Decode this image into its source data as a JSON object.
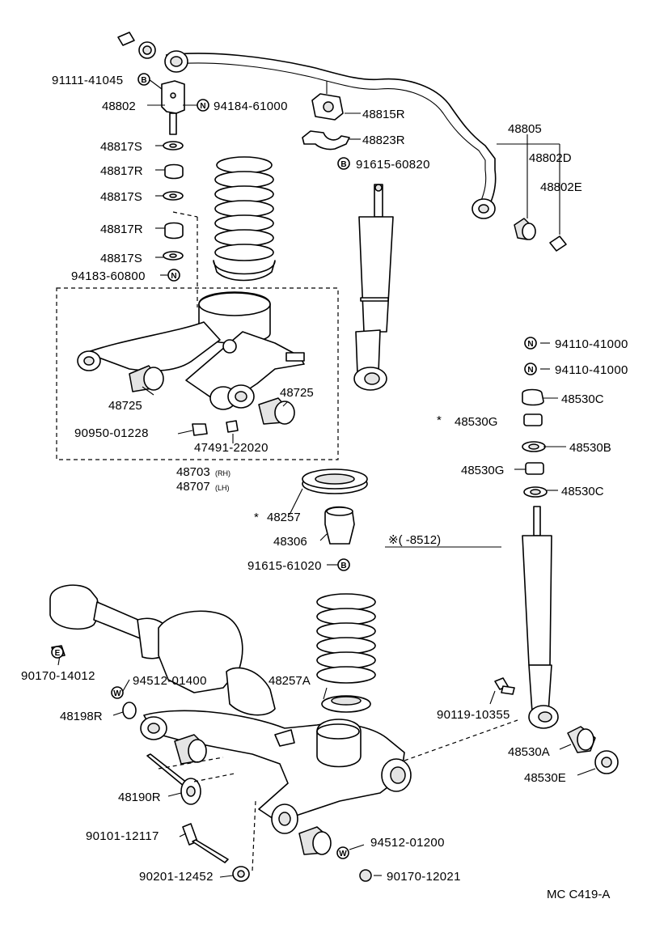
{
  "labels": {
    "l_91111_41045": "91111-41045",
    "l_48802": "48802",
    "l_94184_61000": "94184-61000",
    "l_48815R": "48815R",
    "l_48823R": "48823R",
    "l_91615_60820": "91615-60820",
    "l_48805": "48805",
    "l_48802D": "48802D",
    "l_48802E": "48802E",
    "l_48817S_1": "48817S",
    "l_48817R_1": "48817R",
    "l_48817S_2": "48817S",
    "l_48817R_2": "48817R",
    "l_48817S_3": "48817S",
    "l_94183_60800": "94183-60800",
    "l_48725_a": "48725",
    "l_48725_b": "48725",
    "l_90950_01228": "90950-01228",
    "l_47491_22020": "47491-22020",
    "l_48703": "48703",
    "l_48707": "48707",
    "l_48703_rh": "(RH)",
    "l_48707_lh": "(LH)",
    "l_48257": "48257",
    "l_48306": "48306",
    "l_91615_61020": "91615-61020",
    "l_94110_41000_1": "94110-41000",
    "l_94110_41000_2": "94110-41000",
    "l_48530C_1": "48530C",
    "l_48530G_1": "48530G",
    "l_48530B": "48530B",
    "l_48530G_2": "48530G",
    "l_48530C_2": "48530C",
    "l_note_8512": "※(       -8512)",
    "l_90170_14012": "90170-14012",
    "l_94512_01400": "94512-01400",
    "l_48198R": "48198R",
    "l_48257A": "48257A",
    "l_90119_10355": "90119-10355",
    "l_48530A": "48530A",
    "l_48530E": "48530E",
    "l_48190R": "48190R",
    "l_90101_12117": "90101-12117",
    "l_90201_12452": "90201-12452",
    "l_94512_01200": "94512-01200",
    "l_90170_12021": "90170-12021",
    "l_mc_code": "MC C419-A",
    "star_48530G": "*",
    "star_48257": "*"
  },
  "markers": {
    "m_B_1": "B",
    "m_N_1": "N",
    "m_B_2": "B",
    "m_N_2": "N",
    "m_B_3": "B",
    "m_N_3": "N",
    "m_N_4": "N",
    "m_W_1": "W",
    "m_W_2": "W",
    "m_E_1": "E"
  }
}
